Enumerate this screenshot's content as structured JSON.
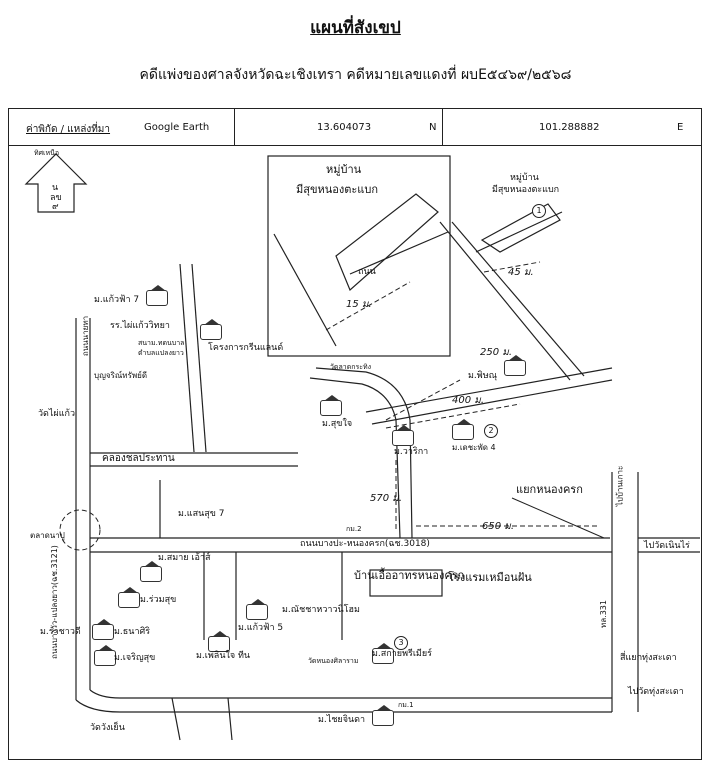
{
  "title": "แผนที่สังเขป",
  "subtitle": "คดีแพ่งของศาลจังหวัดฉะเชิงเทรา คดีหมายเลขแดงที่ ผบE๕๔๖๙/๒๕๖๘",
  "header": {
    "coord_label": "ค่าพิกัด / แหล่งที่มา",
    "source": "Google Earth",
    "lat": "13.604073",
    "lat_dir": "N",
    "lon": "101.288882",
    "lon_dir": "E"
  },
  "north_arrow": {
    "label_top": "ทิศเหนือ",
    "label_mid": "น",
    "label_low": "ลข",
    "label_bottom": "๙"
  },
  "inset_large": {
    "title_line1": "หมู่บ้าน",
    "title_line2": "มีสุขหนองตะแบก",
    "road": "ถนน",
    "distance": "15 ม."
  },
  "inset_small": {
    "title_line1": "หมู่บ้าน",
    "title_line2": "มีสุขหนองตะแบก",
    "marker": "1",
    "distance": "45 ม."
  },
  "labels": {
    "kaewfa7": "ม.แก้วฟ้า 7",
    "school": "รร.ไผ่แก้ววิทยา",
    "stadium": "สนาม.ทดนบาล",
    "tambon": "ตำบลแปลงยาว",
    "office": "บุญจริณ์ทรัพย์ดี",
    "project": "โครงการกรีนแลนด์",
    "wat_phaikaew": "วัดไผ่แก้ว",
    "wat_lat": "วัดลาดกระทิง",
    "road_left": "ถนนนายทา",
    "canal": "คลองชลประทาน",
    "suksai": "ม.สุขใจ",
    "warika": "ม.วาริกา",
    "phisanu": "ม.พิษณุ",
    "dkkfa4": "ม.เดชะพัด 4",
    "marker2": "2",
    "d250": "250 ม.",
    "d400": "400 ม.",
    "d570": "570 ม.",
    "d650": "650 ม.",
    "kaensuk7": "ม.แสนสุข 7",
    "jct": "แยกหนองครก",
    "to_kalunrai": "ไปบ้านเกาะ",
    "village_road": "ถนนบางปะ-หนองครก(ฉช.3018)",
    "to_rayong": "ไปวัดเนินไร่",
    "talat": "ตลาดนาปู",
    "road_main_left": "ถนนบางวัว-แปลงยาว(ฉช.3121)",
    "samutsakhon": "ม.สมาย เอ้าส์",
    "ruamsuk": "ม.ร่วมสุข",
    "rasawan": "ม.ราชาวดี",
    "thanasiri": "ม.ธนาศิริ",
    "chareansuk": "ม.เจริญสุข",
    "kaewfa5": "ม.แก้วฟ้า 5",
    "natcha": "ม.ณัชชาหวาวนิโฮม",
    "house_nongkrok": "บ้านเอื้ออาทรหนองครก",
    "hotel": "โรงแรมเหมือนฝัน",
    "road331": "ทล.331",
    "to_sapan": "สี่แยกทุ่งสะเดา",
    "to_sapan2": "ไปวัดทุ่งสะเดา",
    "phlin": "ม.เพลินใจ ทีน",
    "wat_nongsilaram": "วัดหนองศิลาราม",
    "sakhon": "ม.สกายพรีเมียร์",
    "marker3": "3",
    "chaiyen": "ม.ไชยจินดา",
    "wat_chieng": "วัดวังเย็น",
    "police": "กม.1",
    "camp": "กม.2"
  }
}
